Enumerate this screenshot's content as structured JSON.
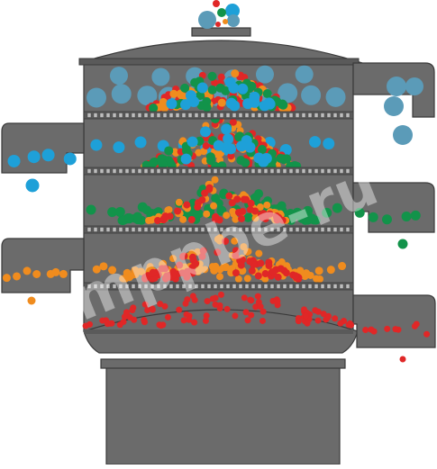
{
  "diagram": {
    "colors": {
      "body": "#6b6b6b",
      "body_dark": "#5a5a5a",
      "outline": "#3a3a3a",
      "mesh": "#bdbdbd",
      "particle_blue_large": "#5b9bb8",
      "particle_blue": "#1ea0d8",
      "particle_green": "#12934a",
      "particle_orange": "#f08c1e",
      "particle_red": "#e02727"
    },
    "sieve_decks": 4,
    "outlets": [
      "coarse-blue",
      "fine-blue",
      "green",
      "orange",
      "red"
    ],
    "particle_fractions": [
      "blue-large",
      "blue",
      "green",
      "orange",
      "red"
    ]
  },
  "watermark": {
    "text": "mppbe-ru"
  }
}
